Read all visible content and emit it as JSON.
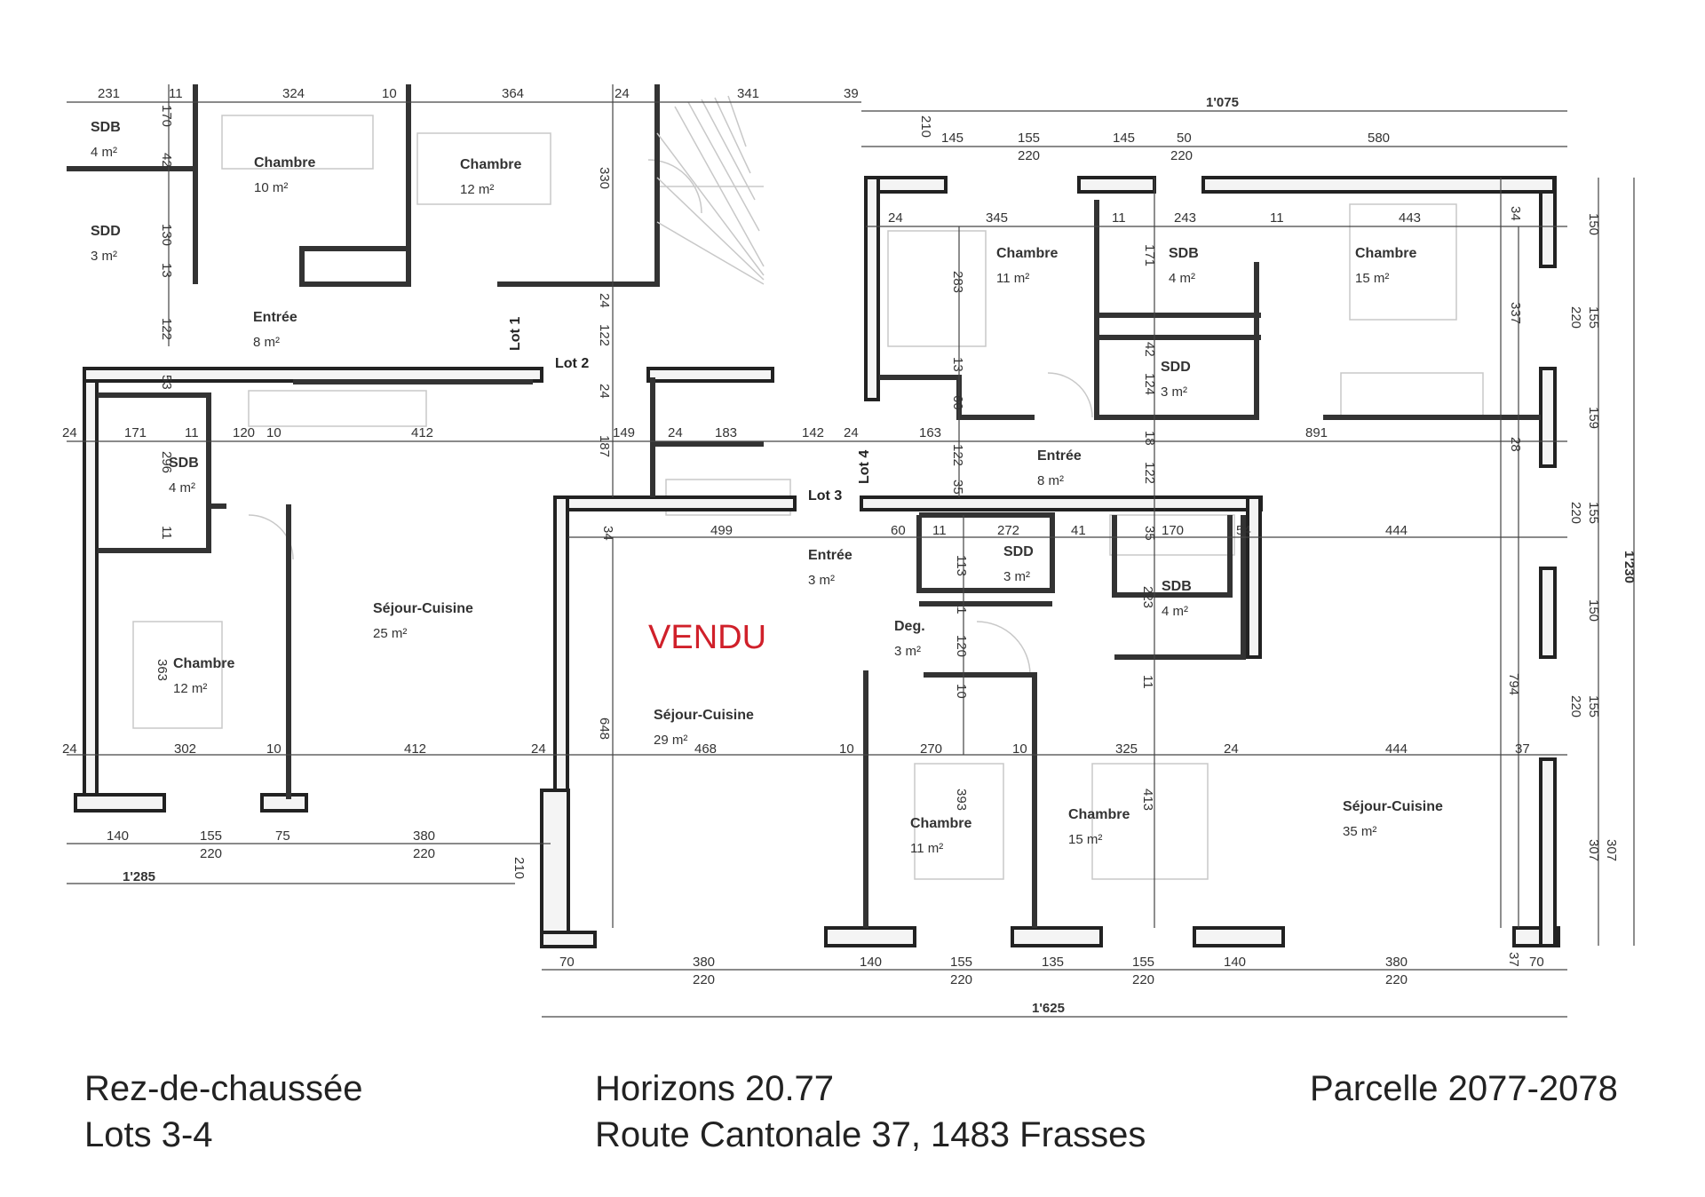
{
  "rooms": {
    "sdb_a": {
      "name": "SDB",
      "area": "4 m²"
    },
    "sdd_a": {
      "name": "SDD",
      "area": "3 m²"
    },
    "chambre_10": {
      "name": "Chambre",
      "area": "10 m²"
    },
    "chambre_12_top": {
      "name": "Chambre",
      "area": "12 m²"
    },
    "entree_8_left": {
      "name": "Entrée",
      "area": "8 m²"
    },
    "sdb_left": {
      "name": "SDB",
      "area": "4 m²"
    },
    "sejour_25": {
      "name": "Séjour-Cuisine",
      "area": "25 m²"
    },
    "chambre_12_left": {
      "name": "Chambre",
      "area": "12 m²"
    },
    "entree_3": {
      "name": "Entrée",
      "area": "3 m²"
    },
    "sdd_3_mid": {
      "name": "SDD",
      "area": "3 m²"
    },
    "deg_3": {
      "name": "Deg.",
      "area": "3 m²"
    },
    "sejour_29": {
      "name": "Séjour-Cuisine",
      "area": "29 m²"
    },
    "chambre_11_bottom": {
      "name": "Chambre",
      "area": "11 m²"
    },
    "chambre_15_bottom": {
      "name": "Chambre",
      "area": "15 m²"
    },
    "sdb_4_mid": {
      "name": "SDB",
      "area": "4 m²"
    },
    "sejour_35": {
      "name": "Séjour-Cuisine",
      "area": "35 m²"
    },
    "chambre_11_top": {
      "name": "Chambre",
      "area": "11 m²"
    },
    "sdb_4_top": {
      "name": "SDB",
      "area": "4 m²"
    },
    "chambre_15_top": {
      "name": "Chambre",
      "area": "15 m²"
    },
    "sdd_3_top": {
      "name": "SDD",
      "area": "3 m²"
    },
    "entree_8_right": {
      "name": "Entrée",
      "area": "8 m²"
    }
  },
  "lots": {
    "lot1": "Lot 1",
    "lot2": "Lot 2",
    "lot3": "Lot 3",
    "lot4": "Lot 4"
  },
  "status_stamp": "VENDU",
  "dimensions": {
    "top_left": [
      "231",
      "11",
      "324",
      "10",
      "364",
      "24",
      "341",
      "39"
    ],
    "left_vertical": [
      "170",
      "42",
      "130",
      "13",
      "122",
      "53",
      "296",
      "11",
      "363"
    ],
    "stair": [
      "330",
      "24",
      "122",
      "24",
      "187"
    ],
    "mid_row_left": [
      "24",
      "171",
      "11",
      "120",
      "10",
      "412",
      "149",
      "24",
      "183",
      "142",
      "24",
      "163"
    ],
    "lower_row_left": [
      "24",
      "302",
      "10",
      "412",
      "24"
    ],
    "bottom_left": [
      "140",
      "155",
      "220",
      "75",
      "380",
      "220",
      "1'285",
      "210"
    ],
    "overall_top": "1'075",
    "top_right_row": [
      "145",
      "155",
      "220",
      "145",
      "50",
      "220",
      "580",
      "210"
    ],
    "upper_right_row": [
      "24",
      "345",
      "11",
      "243",
      "11",
      "443",
      "34"
    ],
    "right_vertical": [
      "283",
      "13",
      "60",
      "171",
      "42",
      "124",
      "337",
      "122",
      "35",
      "18",
      "122",
      "28"
    ],
    "right_mid_row": [
      "891"
    ],
    "center_row": [
      "34",
      "499",
      "60",
      "11",
      "272",
      "41",
      "35",
      "170",
      "54",
      "444"
    ],
    "center_vertical": [
      "113",
      "11",
      "120",
      "10",
      "223",
      "11",
      "648",
      "794"
    ],
    "center_lower_row": [
      "468",
      "10",
      "270",
      "10",
      "325",
      "24",
      "444",
      "37"
    ],
    "center_lower_vertical": [
      "393",
      "413",
      "307"
    ],
    "bottom_right": [
      "70",
      "380",
      "220",
      "140",
      "155",
      "220",
      "135",
      "155",
      "220",
      "140",
      "380",
      "220",
      "37",
      "70",
      "1'625"
    ],
    "far_right": [
      "150",
      "155",
      "220",
      "159",
      "155",
      "220",
      "150",
      "155",
      "220",
      "307",
      "1'230"
    ]
  },
  "footer": {
    "floor": "Rez-de-chaussée",
    "lots": "Lots 3-4",
    "project": "Horizons 20.77",
    "address": "Route Cantonale 37, 1483 Frasses",
    "parcel": "Parcelle 2077-2078"
  }
}
